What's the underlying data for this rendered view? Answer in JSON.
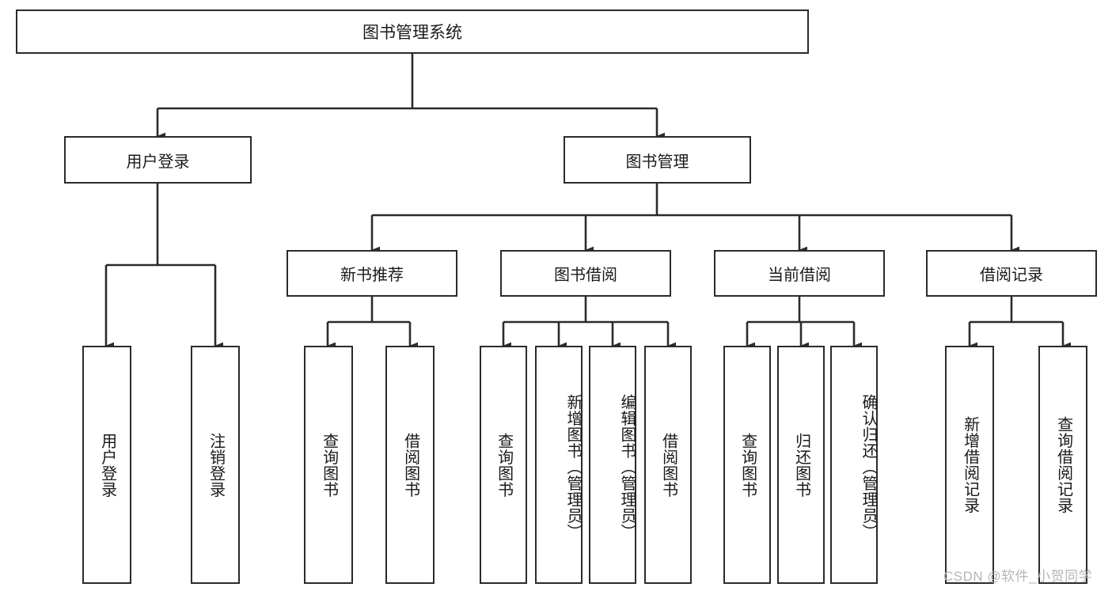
{
  "diagram": {
    "title": "图书管理系统",
    "type": "tree-hierarchy",
    "root": {
      "label": "图书管理系统"
    },
    "level2": [
      {
        "id": "user-login",
        "label": "用户登录"
      },
      {
        "id": "book-manage",
        "label": "图书管理"
      }
    ],
    "level3": [
      {
        "id": "new-book-recommend",
        "label": "新书推荐",
        "parent": "book-manage"
      },
      {
        "id": "book-borrow",
        "label": "图书借阅",
        "parent": "book-manage"
      },
      {
        "id": "current-borrow",
        "label": "当前借阅",
        "parent": "book-manage"
      },
      {
        "id": "borrow-record",
        "label": "借阅记录",
        "parent": "book-manage"
      }
    ],
    "leaves": [
      {
        "id": "leaf-user-login",
        "label": "用户登录",
        "parent": "user-login"
      },
      {
        "id": "leaf-logout-login",
        "label": "注销登录",
        "parent": "user-login"
      },
      {
        "id": "leaf-query-book-1",
        "label": "查询图书",
        "parent": "new-book-recommend"
      },
      {
        "id": "leaf-borrow-book-1",
        "label": "借阅图书",
        "parent": "new-book-recommend"
      },
      {
        "id": "leaf-query-book-2",
        "label": "查询图书",
        "parent": "book-borrow"
      },
      {
        "id": "leaf-add-book",
        "label": "新增图书（管理员）",
        "parent": "book-borrow"
      },
      {
        "id": "leaf-edit-book",
        "label": "编辑图书（管理员）",
        "parent": "book-borrow"
      },
      {
        "id": "leaf-borrow-book-2",
        "label": "借阅图书",
        "parent": "book-borrow"
      },
      {
        "id": "leaf-query-book-3",
        "label": "查询图书",
        "parent": "current-borrow"
      },
      {
        "id": "leaf-return-book",
        "label": "归还图书",
        "parent": "current-borrow"
      },
      {
        "id": "leaf-confirm-return",
        "label": "确认归还（管理员）",
        "parent": "current-borrow"
      },
      {
        "id": "leaf-add-record",
        "label": "新增借阅记录",
        "parent": "borrow-record"
      },
      {
        "id": "leaf-query-record",
        "label": "查询借阅记录",
        "parent": "borrow-record"
      }
    ],
    "colors": {
      "stroke": "#2b2b2b",
      "fill": "#ffffff",
      "text": "#1a1a1a",
      "watermark": "#b6b6b6"
    }
  },
  "watermark": {
    "text": "CSDN @软件_小贺同学"
  }
}
